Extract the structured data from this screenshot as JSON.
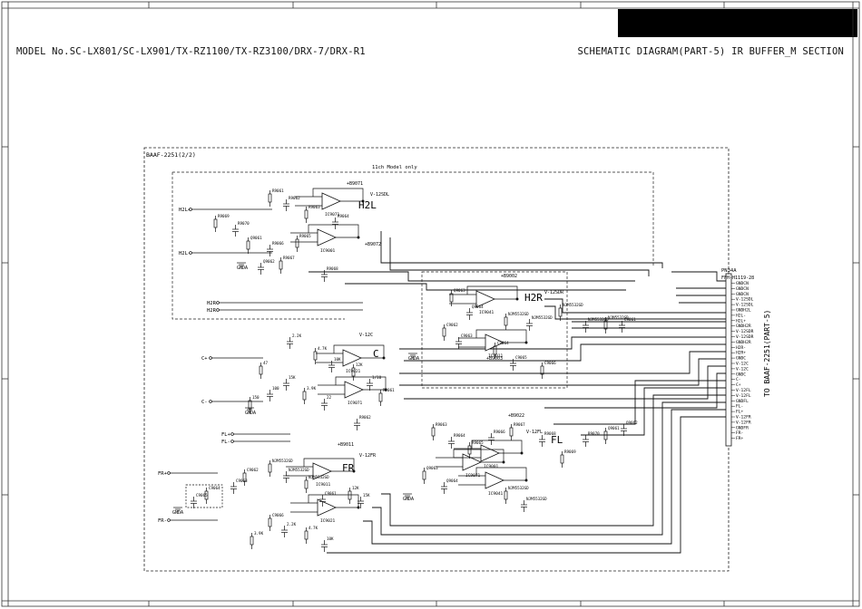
{
  "header": {
    "model": "MODEL No.SC-LX801/SC-LX901/TX-RZ1100/TX-RZ3100/DRX-7/DRX-R1",
    "title": "SCHEMATIC DIAGRAM(PART-5) IR BUFFER_M SECTION"
  },
  "board": {
    "name": "BAAF-2251(2/2)",
    "option_note": "11ch Model only",
    "connector_ref": "TO BAAF-2251(PART-5)",
    "connector_part": "PN34A",
    "connector_type": "FFH-H1119-28"
  },
  "sections": [
    {
      "id": "h2l",
      "label": "H2L"
    },
    {
      "id": "h2r",
      "label": "H2R"
    },
    {
      "id": "c",
      "label": "C"
    },
    {
      "id": "fl",
      "label": "FL"
    },
    {
      "id": "fr",
      "label": "FR"
    }
  ],
  "inputs": [
    "H2L+",
    "H2L-",
    "H2R+",
    "H2R-",
    "C+",
    "C-",
    "FL+",
    "FL-",
    "FR+",
    "FR-"
  ],
  "connector_pins": [
    "GNDCN",
    "GNDCN",
    "GNDCN",
    "V-12SDL",
    "V-12SDL",
    "GNDH2L",
    "H2L-",
    "H2L+",
    "GNDH2R",
    "V-12SDR",
    "V-12SDR",
    "GNDH2R",
    "H2R-",
    "H2R+",
    "GNDC",
    "V-12C",
    "V-12C",
    "GNDC",
    "C-",
    "C+",
    "V-12FL",
    "V-12FL",
    "GNDFL",
    "FL-",
    "FL+",
    "V-12FR",
    "V-12FR",
    "GNDFR",
    "FR-",
    "FR+"
  ],
  "rails": [
    "V-12SDL",
    "V-12SDR",
    "V-12C",
    "V-12FL",
    "V-12FR",
    "+B9071",
    "+B9072",
    "+B9002",
    "+B9003",
    "+B9022",
    "+B9011"
  ],
  "ground_labels": [
    "GNDA",
    "GNDA",
    "GNDA",
    "GNDA",
    "GNDA"
  ],
  "part_labels": [
    "R9061",
    "R9062",
    "R9063",
    "R9064",
    "R9065",
    "R9066",
    "R9067",
    "R9068",
    "R9069",
    "R9070",
    "Q9061",
    "Q9062",
    "Q9063",
    "Q9064",
    "NJM5532GD",
    "NJM5532GD",
    "NJM5532GD",
    "NJM5532GD",
    "NJM5532GD",
    "C9061",
    "C9062",
    "C9063",
    "C9064",
    "C9065",
    "C9066",
    "2.2K",
    "4.7K",
    "10K",
    "12K",
    "15K",
    "3.9K",
    "22",
    "47",
    "100",
    "150",
    "1/10"
  ],
  "opamp_labels": [
    "IC9071",
    "IC9001",
    "IC9041",
    "IC9011",
    "IC9021"
  ]
}
